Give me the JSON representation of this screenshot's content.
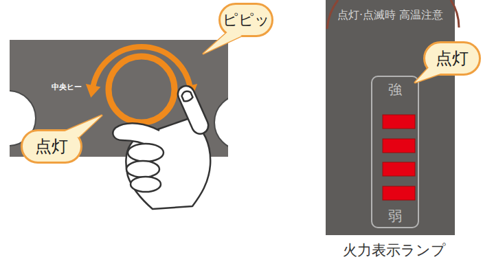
{
  "diagram": {
    "caption": "火力表示ランプ",
    "nodes": [
      {
        "text": [
          "中央ヒー"
        ]
      },
      {
        "text": [
          "ピピッ"
        ]
      },
      {
        "text": [
          "点灯"
        ]
      },
      {
        "text": [
          "点灯·点滅時 高温注意"
        ]
      },
      {
        "text": [
          "強",
          "弱"
        ],
        "in": 3
      },
      {
        "text": [
          "点灯"
        ]
      }
    ]
  }
}
